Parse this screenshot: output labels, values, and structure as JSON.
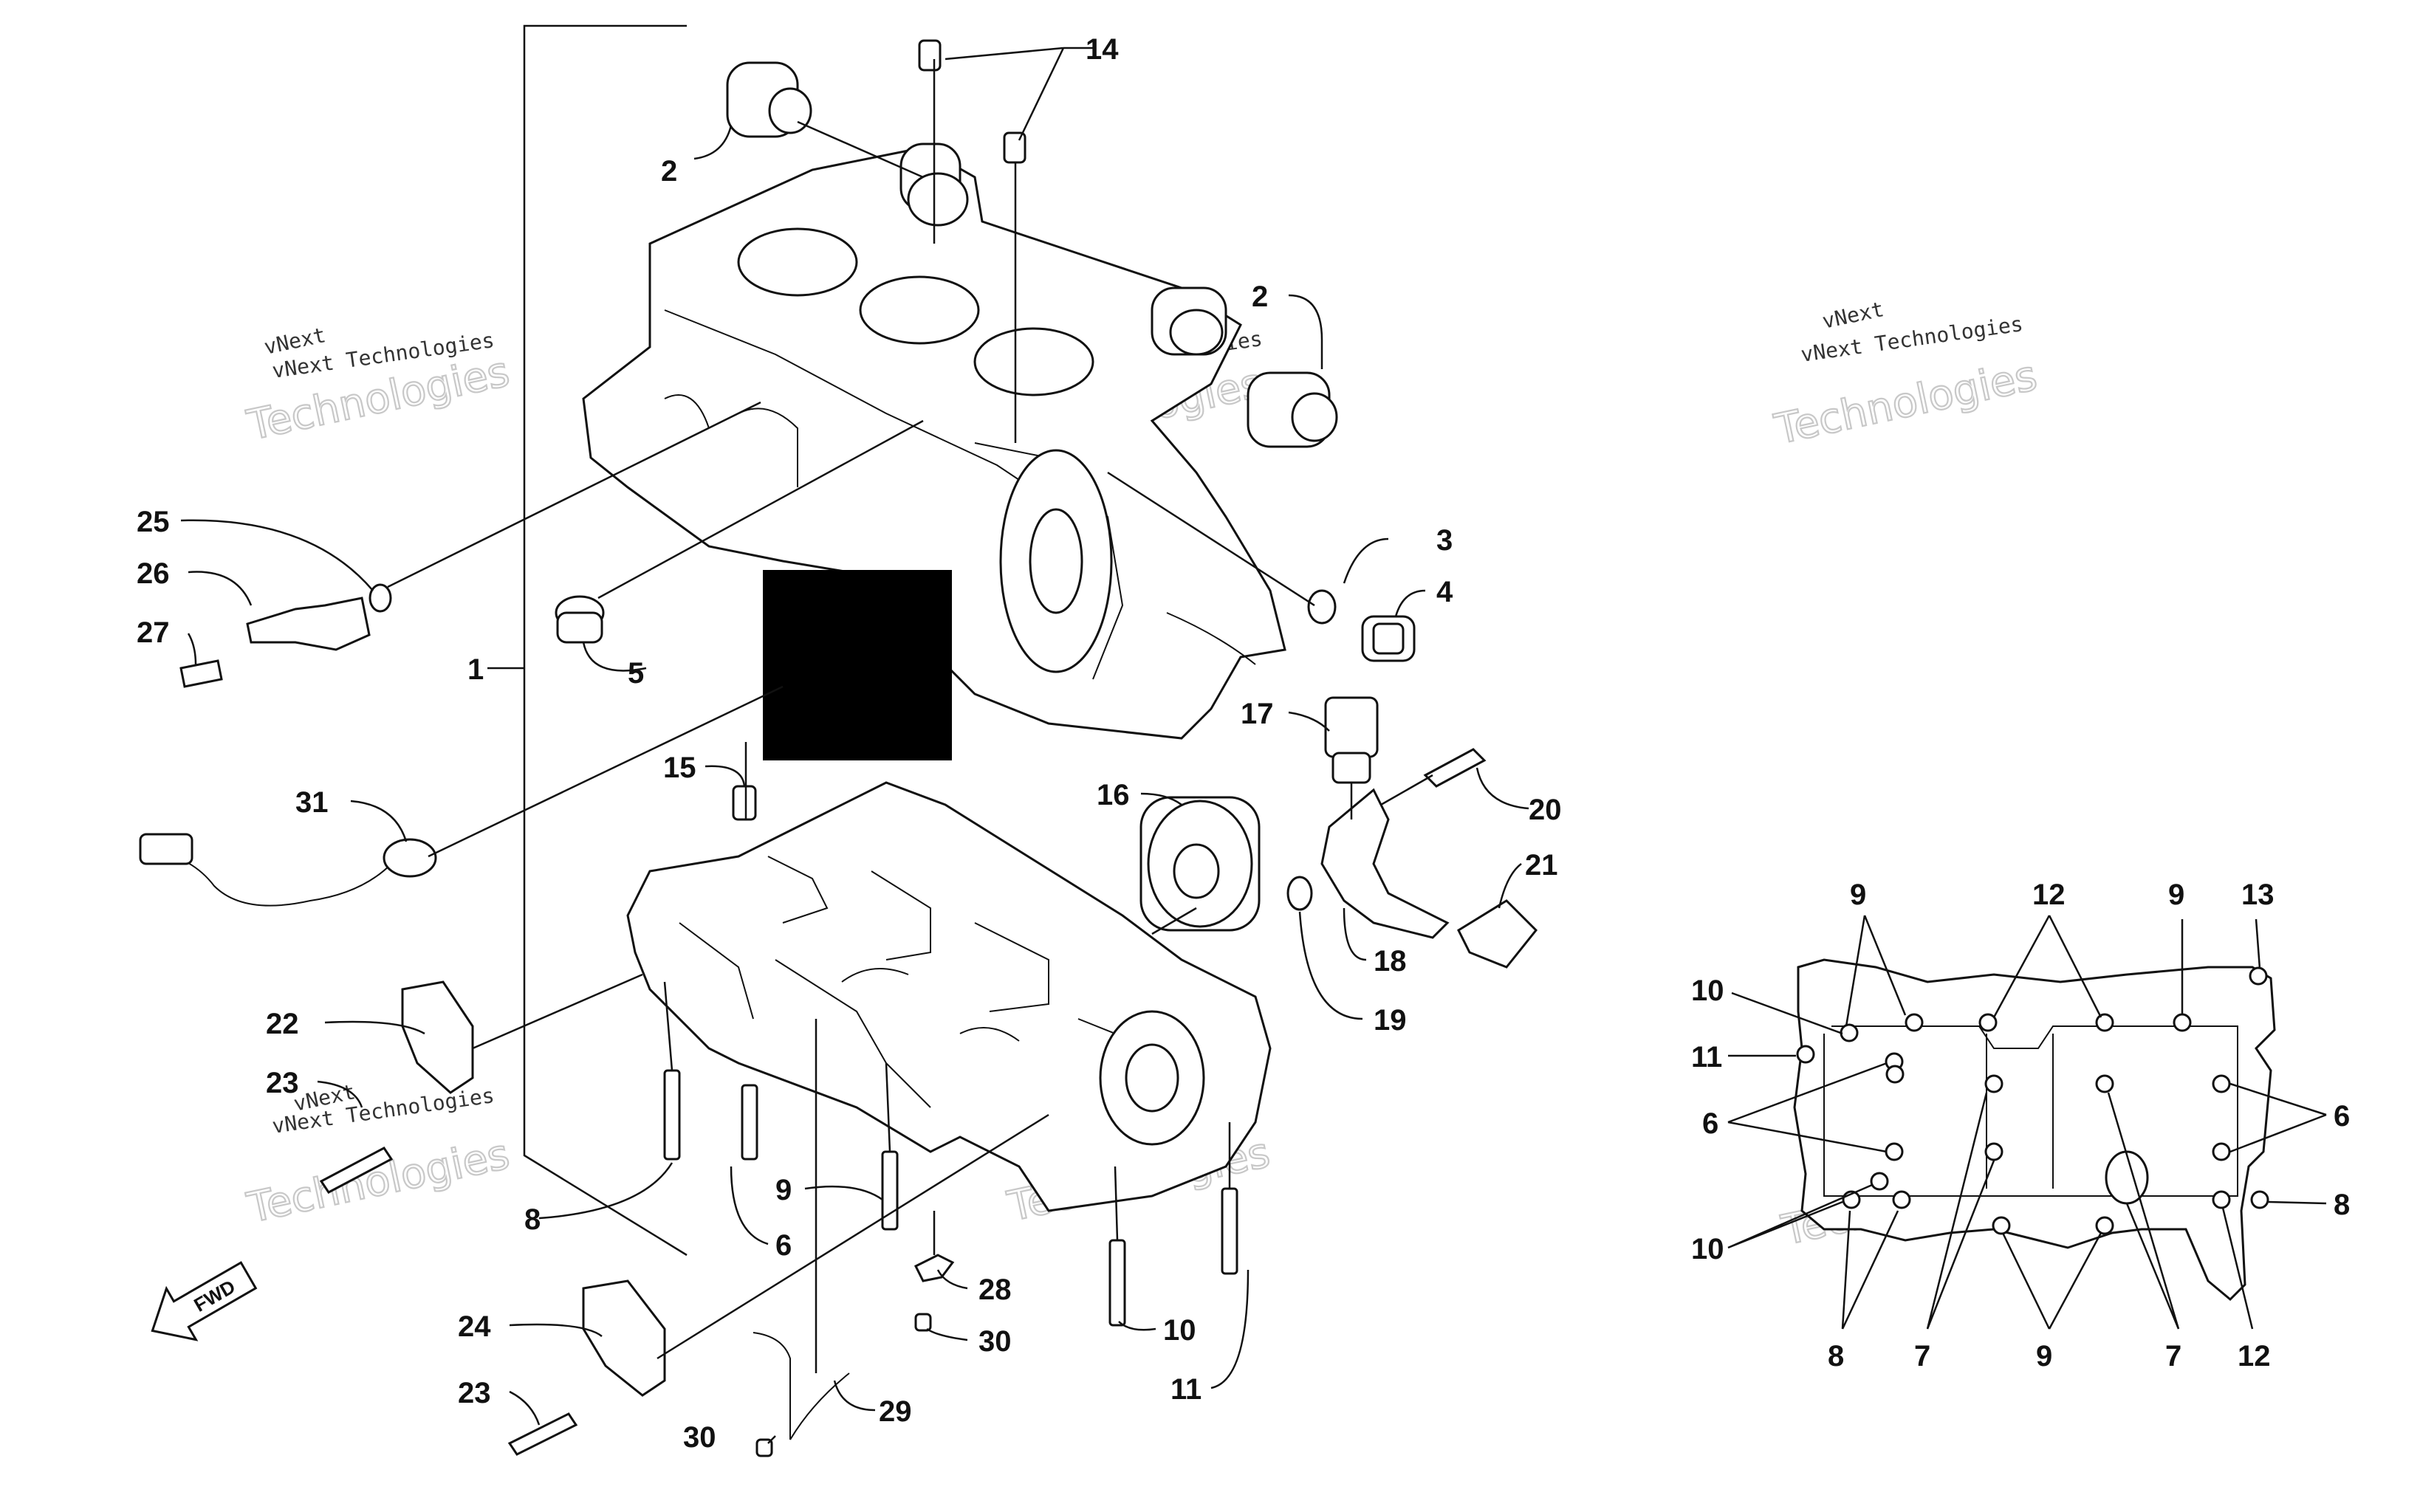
{
  "diagram": {
    "callouts": [
      {
        "id": "c14",
        "label": "14"
      },
      {
        "id": "c2a",
        "label": "2"
      },
      {
        "id": "c2b",
        "label": "2"
      },
      {
        "id": "c3",
        "label": "3"
      },
      {
        "id": "c4",
        "label": "4"
      },
      {
        "id": "c5",
        "label": "5"
      },
      {
        "id": "c1",
        "label": "1"
      },
      {
        "id": "c25",
        "label": "25"
      },
      {
        "id": "c26",
        "label": "26"
      },
      {
        "id": "c27",
        "label": "27"
      },
      {
        "id": "c31",
        "label": "31"
      },
      {
        "id": "c15",
        "label": "15"
      },
      {
        "id": "c16",
        "label": "16"
      },
      {
        "id": "c17",
        "label": "17"
      },
      {
        "id": "c20",
        "label": "20"
      },
      {
        "id": "c21",
        "label": "21"
      },
      {
        "id": "c18",
        "label": "18"
      },
      {
        "id": "c19",
        "label": "19"
      },
      {
        "id": "c22",
        "label": "22"
      },
      {
        "id": "c23a",
        "label": "23"
      },
      {
        "id": "c8a",
        "label": "8"
      },
      {
        "id": "c6a",
        "label": "6"
      },
      {
        "id": "c9a",
        "label": "9"
      },
      {
        "id": "c28",
        "label": "28"
      },
      {
        "id": "c30a",
        "label": "30"
      },
      {
        "id": "c10a",
        "label": "10"
      },
      {
        "id": "c11a",
        "label": "11"
      },
      {
        "id": "c29",
        "label": "29"
      },
      {
        "id": "c30b",
        "label": "30"
      },
      {
        "id": "c24",
        "label": "24"
      },
      {
        "id": "c23b",
        "label": "23"
      }
    ],
    "inset_callouts": [
      {
        "id": "i9a",
        "label": "9"
      },
      {
        "id": "i12a",
        "label": "12"
      },
      {
        "id": "i9b",
        "label": "9"
      },
      {
        "id": "i13",
        "label": "13"
      },
      {
        "id": "i10a",
        "label": "10"
      },
      {
        "id": "i11",
        "label": "11"
      },
      {
        "id": "i6a",
        "label": "6"
      },
      {
        "id": "i6b",
        "label": "6"
      },
      {
        "id": "i8a",
        "label": "8"
      },
      {
        "id": "i10b",
        "label": "10"
      },
      {
        "id": "i8b",
        "label": "8"
      },
      {
        "id": "i7a",
        "label": "7"
      },
      {
        "id": "i9c",
        "label": "9"
      },
      {
        "id": "i7b",
        "label": "7"
      },
      {
        "id": "i12b",
        "label": "12"
      }
    ],
    "fwd_label": "FWD",
    "watermark_line1": "vNext",
    "watermark_line2": "vNext Technologies",
    "watermark_big": "Technologies"
  }
}
